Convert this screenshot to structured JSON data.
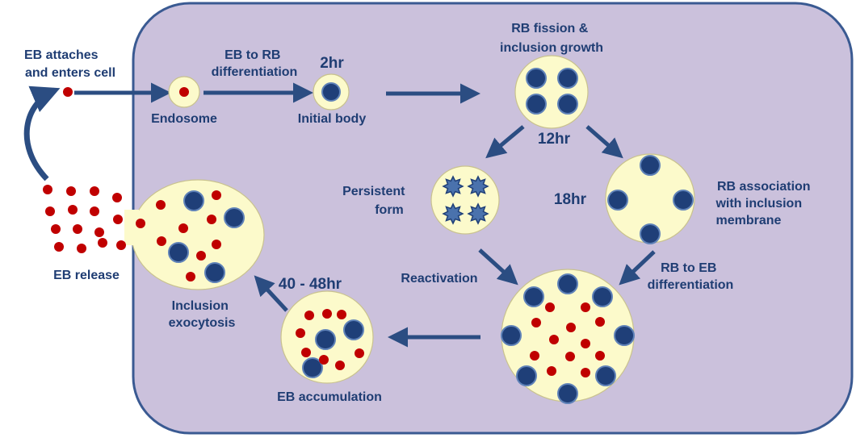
{
  "colors": {
    "cell_fill": "#cbc1dc",
    "cell_stroke": "#3a5a92",
    "inclusion_fill": "#fcfacb",
    "inclusion_stroke": "#c9c28e",
    "eb_red": "#c00000",
    "rb_blue": "#1f3f78",
    "arrow": "#2b4d82",
    "text": "#1f3d73"
  },
  "labels": {
    "eb_attaches": [
      "EB attaches",
      "and enters cell"
    ],
    "eb_to_rb": [
      "EB to RB",
      "differentiation"
    ],
    "endosome": "Endosome",
    "initial_body": "Initial body",
    "rb_fission": [
      "RB fission &",
      "inclusion growth"
    ],
    "persistent_form": [
      "Persistent",
      "form"
    ],
    "rb_association": [
      "RB association",
      "with inclusion",
      "membrane"
    ],
    "rb_to_eb": [
      "RB to EB",
      "differentiation"
    ],
    "reactivation": "Reactivation",
    "eb_accumulation": "EB accumulation",
    "inclusion_exocytosis": [
      "Inclusion",
      "exocytosis"
    ],
    "eb_release": "EB release"
  },
  "times": {
    "t2": "2hr",
    "t12": "12hr",
    "t18": "18hr",
    "t40": "40 - 48hr"
  }
}
